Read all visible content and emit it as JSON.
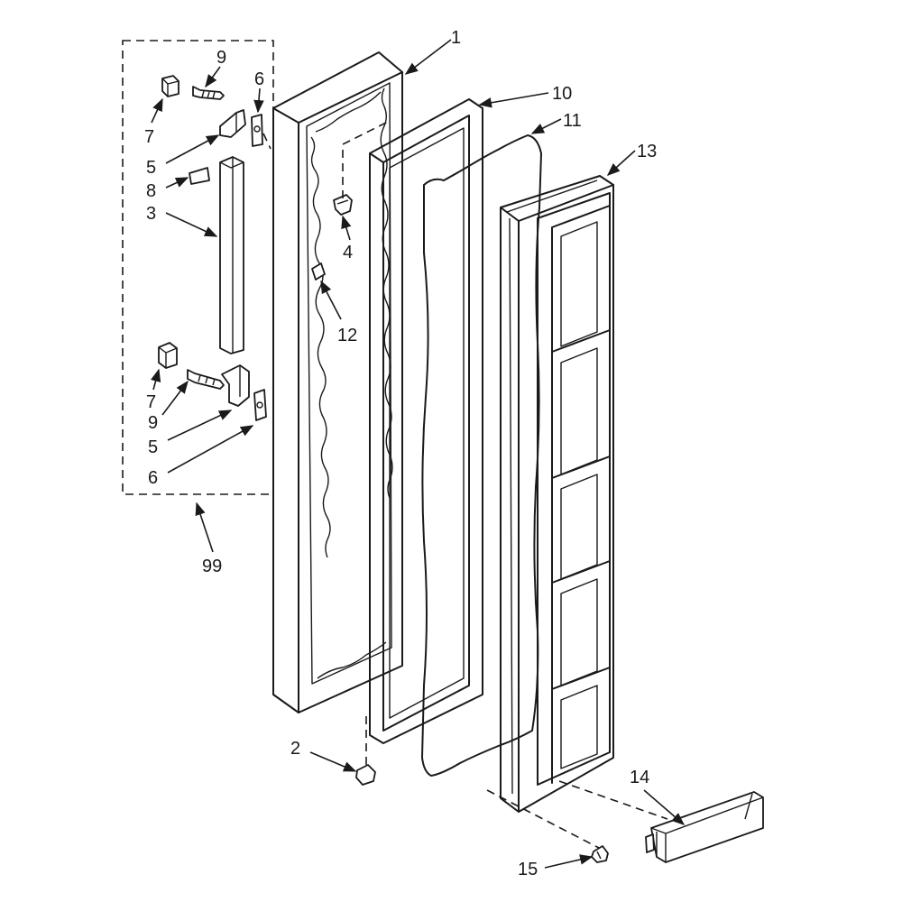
{
  "callouts": {
    "c1": "1",
    "c10": "10",
    "c11": "11",
    "c13": "13",
    "c9a": "9",
    "c6a": "6",
    "c7a": "7",
    "c5a": "5",
    "c8": "8",
    "c3": "3",
    "c4": "4",
    "c12": "12",
    "c7b": "7",
    "c9b": "9",
    "c5b": "5",
    "c6b": "6",
    "c99": "99",
    "c2": "2",
    "c14": "14",
    "c15": "15"
  },
  "colors": {
    "ink": "#1a1a1a",
    "paper": "#ffffff"
  }
}
